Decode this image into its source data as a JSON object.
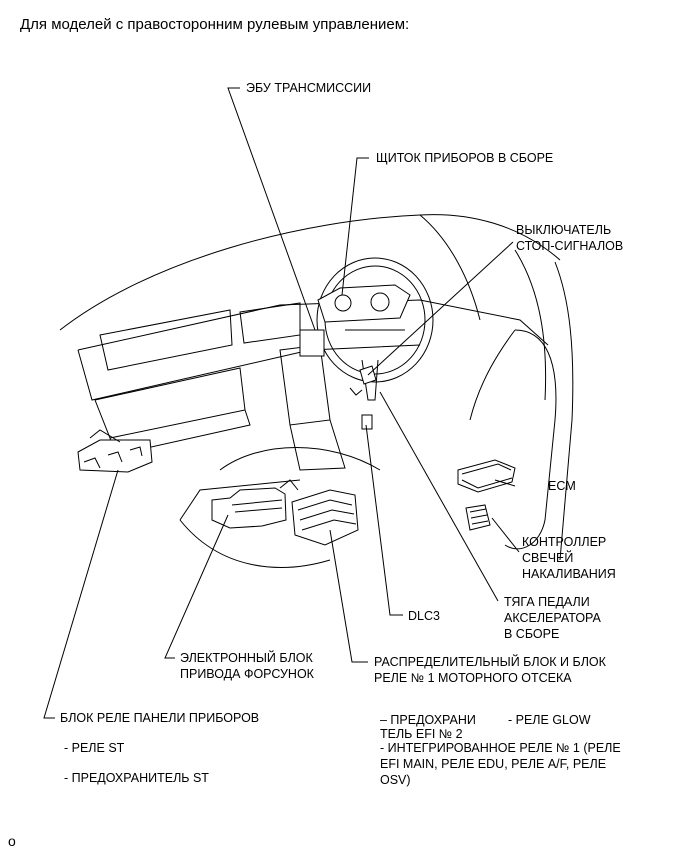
{
  "page_title": "Для моделей с правосторонним рулевым управлением:",
  "labels": {
    "transmission_ecu": "ЭБУ ТРАНСМИССИИ",
    "combination_meter_1": "ЩИТОК ПРИБОРОВ В СБОРЕ",
    "stop_switch_1": "ВЫКЛЮЧАТЕЛЬ",
    "stop_switch_2": "СТОП-СИГНАЛОВ",
    "ecm": "ECM",
    "glow_1": "КОНТРОЛЛЕР",
    "glow_2": "СВЕЧЕЙ",
    "glow_3": "НАКАЛИВАНИЯ",
    "accel_1": "ТЯГА ПЕДАЛИ",
    "accel_2": "АКСЕЛЕРАТОРА",
    "accel_3": "В СБОРЕ",
    "dlc3": "DLC3",
    "edu_1": "ЭЛЕКТРОННЫЙ БЛОК",
    "edu_2": "ПРИВОДА ФОРСУНОК",
    "engine_room_1": "РАСПРЕДЕЛИТЕЛЬНЫЙ БЛОК И БЛОК",
    "engine_room_2": "РЕЛЕ № 1 МОТОРНОГО ОТСЕКА",
    "instrument_relay": "БЛОК РЕЛЕ ПАНЕЛИ ПРИБОРОВ",
    "relay_st": "- РЕЛЕ ST",
    "fuse_st": "- ПРЕДОХРАНИТЕЛЬ ST",
    "fuse_efi_1": "– ПРЕДОХРАНИ",
    "fuse_efi_2": "ТЕЛЬ EFI № 2",
    "relay_glow": "- РЕЛЕ GLOW",
    "integrated_1": "- ИНТЕГРИРОВАННОЕ РЕЛЕ № 1 (РЕЛЕ",
    "integrated_2": "EFI MAIN, РЕЛЕ EDU, РЕЛЕ A/F, РЕЛЕ",
    "integrated_3": "OSV)"
  },
  "footer_mark": "o"
}
